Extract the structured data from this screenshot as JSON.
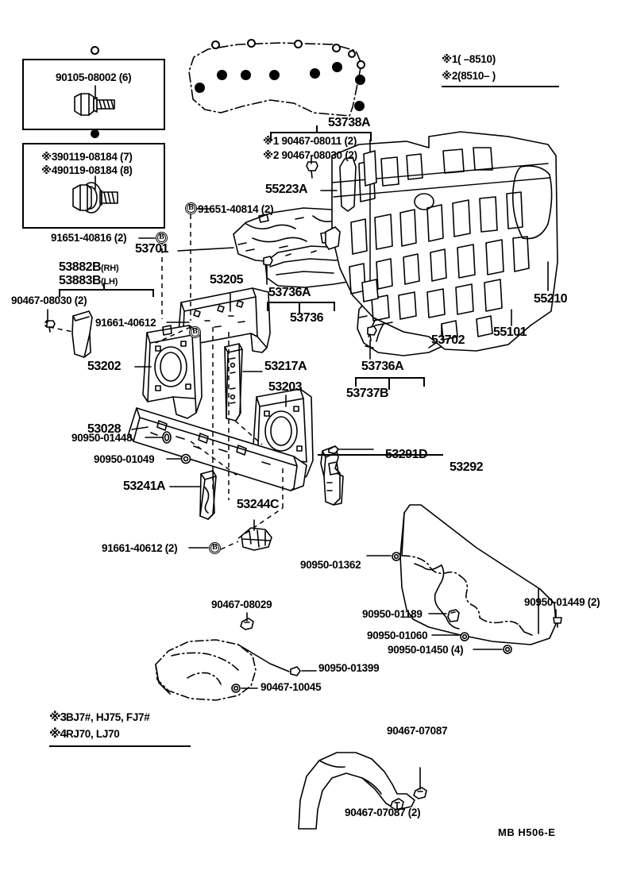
{
  "diagram": {
    "title": "Toyota Land Cruiser Dash Panel / Radiator Support Parts Diagram",
    "sheet_code": "MB  H506-E"
  },
  "legend": {
    "note1": "※1(      –8510)",
    "note2": "※2(8510–      )",
    "note3_mark": "※3",
    "note3_text": "BJ7#, HJ75, FJ7#",
    "note4_mark": "※4",
    "note4_text": "RJ70, LJ70"
  },
  "boxes": [
    {
      "id": "bolt-box-1",
      "lines": [
        "90105-08002 (6)"
      ],
      "marker": "open-circle"
    },
    {
      "id": "bolt-box-2",
      "lines": [
        "※390119-08184 (7)",
        "※490119-08184 (8)"
      ],
      "marker": "filled-circle"
    }
  ],
  "callouts": [
    {
      "id": "c-90105",
      "text": "90105-08002 (6)"
    },
    {
      "id": "c-90119-3",
      "text": "※390119-08184 (7)"
    },
    {
      "id": "c-90119-4",
      "text": "※490119-08184 (8)"
    },
    {
      "id": "c-91651-40816",
      "text": "91651-40816 (2)"
    },
    {
      "id": "c-53882B",
      "text": "53882B",
      "suffix": "(RH)"
    },
    {
      "id": "c-53883B",
      "text": "53883B",
      "suffix": "(LH)"
    },
    {
      "id": "c-90467-08030",
      "text": "90467-08030 (2)"
    },
    {
      "id": "c-91661-40612",
      "text": "91661-40612"
    },
    {
      "id": "c-53202",
      "text": "53202"
    },
    {
      "id": "c-53028",
      "text": "53028"
    },
    {
      "id": "c-90950-01448",
      "text": "90950-01448"
    },
    {
      "id": "c-90950-01049",
      "text": "90950-01049"
    },
    {
      "id": "c-53241A",
      "text": "53241A"
    },
    {
      "id": "c-53244C",
      "text": "53244C"
    },
    {
      "id": "c-91661-40612-2",
      "text": "91661-40612 (2)"
    },
    {
      "id": "c-53205",
      "text": "53205"
    },
    {
      "id": "c-53217A",
      "text": "53217A"
    },
    {
      "id": "c-53203",
      "text": "53203"
    },
    {
      "id": "c-91651-40814",
      "text": "91651-40814 (2)"
    },
    {
      "id": "c-53701",
      "text": "53701"
    },
    {
      "id": "c-53738A",
      "text": "53738A"
    },
    {
      "id": "c-90467-08011",
      "text": "※1 90467-08011 (2)"
    },
    {
      "id": "c-90467-08030b",
      "text": "※2 90467-08030 (2)"
    },
    {
      "id": "c-55223A",
      "text": "55223A"
    },
    {
      "id": "c-53736A-top",
      "text": "53736A"
    },
    {
      "id": "c-53736",
      "text": "53736"
    },
    {
      "id": "c-53702",
      "text": "53702"
    },
    {
      "id": "c-53736A-bot",
      "text": "53736A"
    },
    {
      "id": "c-53737B",
      "text": "53737B"
    },
    {
      "id": "c-55101",
      "text": "55101"
    },
    {
      "id": "c-55210",
      "text": "55210"
    },
    {
      "id": "c-53291D",
      "text": "53291D"
    },
    {
      "id": "c-53292",
      "text": "53292"
    },
    {
      "id": "c-90950-01362",
      "text": "90950-01362"
    },
    {
      "id": "c-90950-01189",
      "text": "90950-01189"
    },
    {
      "id": "c-90950-01060",
      "text": "90950-01060"
    },
    {
      "id": "c-90950-01450",
      "text": "90950-01450 (4)"
    },
    {
      "id": "c-90950-01449",
      "text": "90950-01449 (2)"
    },
    {
      "id": "c-90467-08029",
      "text": "90467-08029"
    },
    {
      "id": "c-90950-01399",
      "text": "90950-01399"
    },
    {
      "id": "c-90467-10045",
      "text": "90467-10045"
    },
    {
      "id": "c-90467-07087",
      "text": "90467-07087"
    },
    {
      "id": "c-90467-07087-2",
      "text": "90467-07087 (2)"
    }
  ],
  "symbols": {
    "circled_b": "B"
  }
}
